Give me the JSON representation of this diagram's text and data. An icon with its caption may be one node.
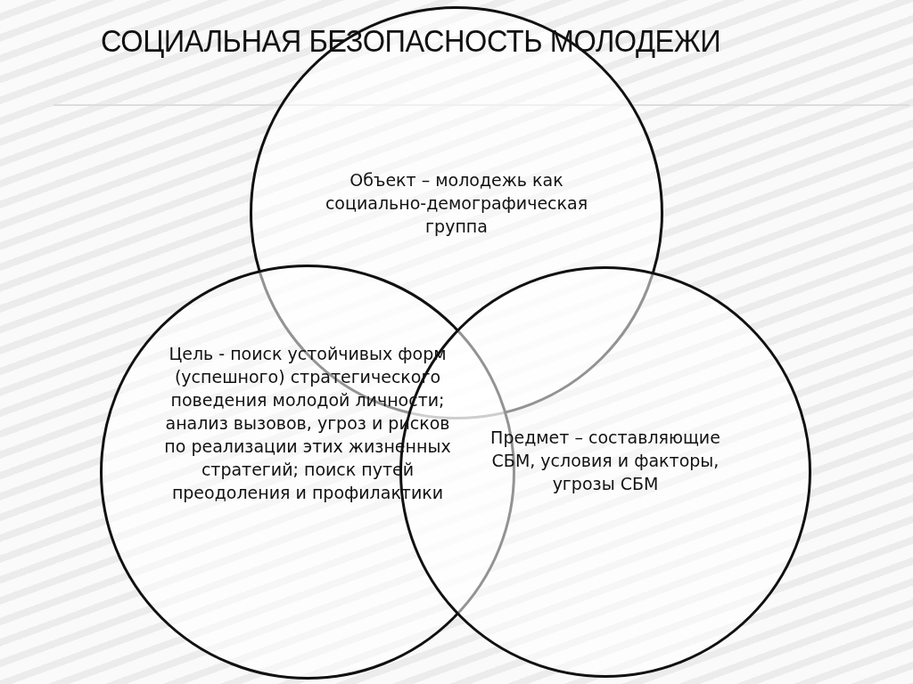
{
  "diagram": {
    "title": "СОЦИАЛЬНАЯ БЕЗОПАСНОСТЬ МОЛОДЕЖИ",
    "nodes": [
      {
        "text": [
          "Объект – молодежь как социально-демографическая группа"
        ]
      },
      {
        "text": [
          "Цель - поиск устойчивых форм (успешного) стратегического поведения молодой личности; анализ вызовов, угроз и рисков по реализации этих жизненных стратегий; поиск путей преодоления и профилактики"
        ]
      },
      {
        "text": [
          "Предмет – составляющие СБМ, условия и факторы, угрозы СБМ"
        ]
      }
    ]
  }
}
